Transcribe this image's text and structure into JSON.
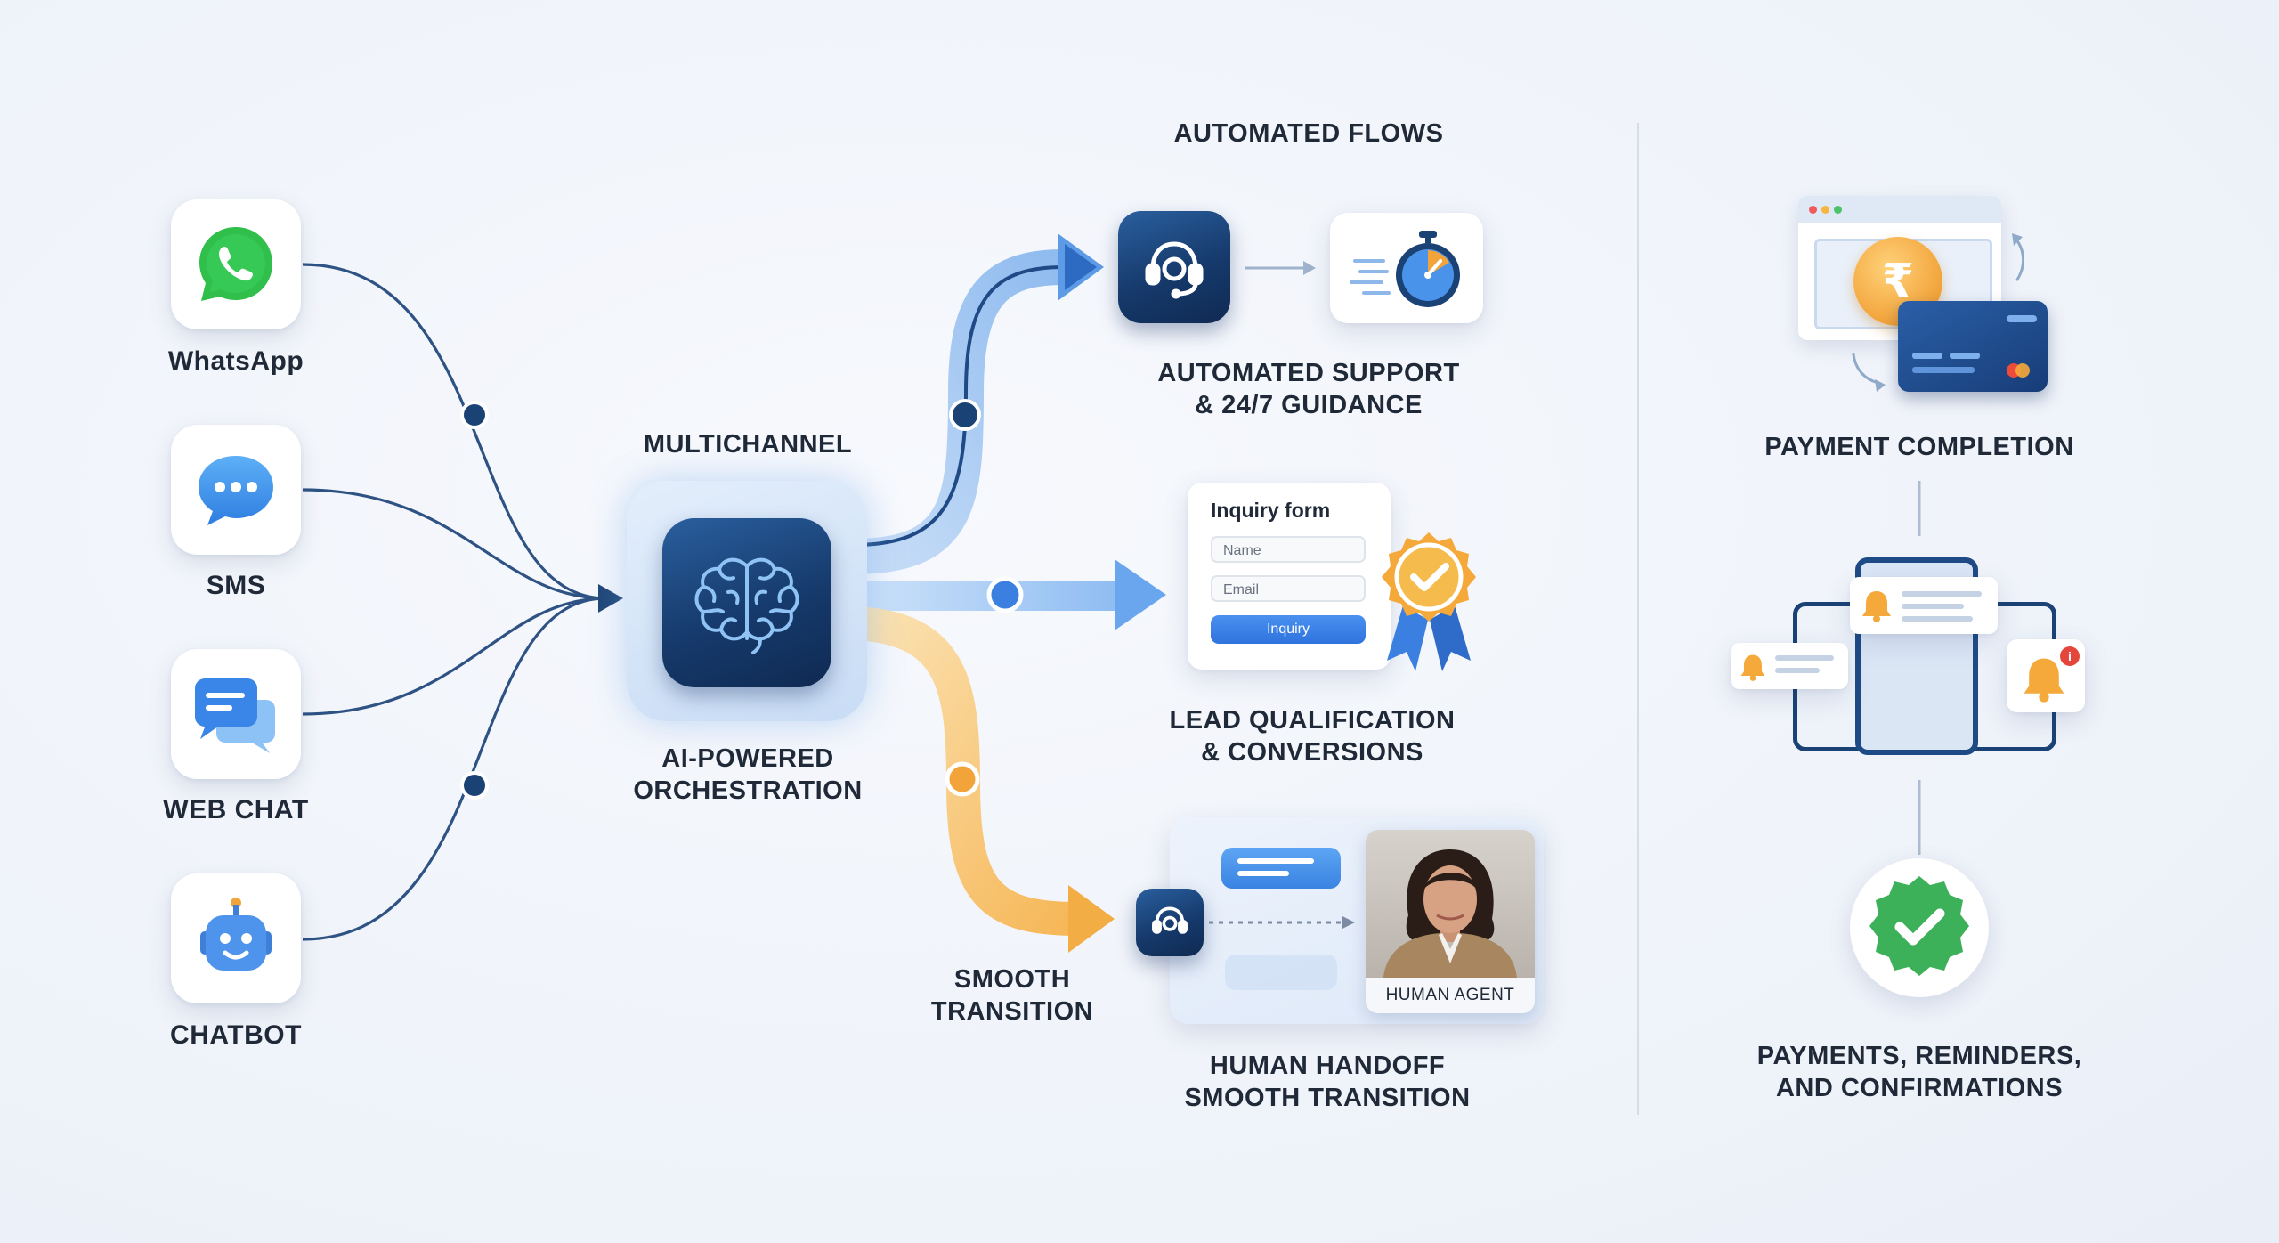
{
  "channels": [
    {
      "label": "WhatsApp",
      "icon": "whatsapp-icon"
    },
    {
      "label": "SMS",
      "icon": "sms-bubble-icon"
    },
    {
      "label": "WEB CHAT",
      "icon": "web-chat-icon"
    },
    {
      "label": "CHATBOT",
      "icon": "chatbot-icon"
    }
  ],
  "hub": {
    "top_label": "MULTICHANNEL",
    "bottom_label_line1": "AI-POWERED",
    "bottom_label_line2": "ORCHESTRATION",
    "icon": "brain-icon"
  },
  "automated_flows": {
    "header": "AUTOMATED FLOWS",
    "support_line1": "AUTOMATED SUPPORT",
    "support_line2": "& 24/7 GUIDANCE"
  },
  "lead": {
    "form_title": "Inquiry form",
    "name_placeholder": "Name",
    "email_placeholder": "Email",
    "button_label": "Inquiry",
    "line1": "LEAD QUALIFICATION",
    "line2": "& CONVERSIONS"
  },
  "smooth_transition": {
    "line1": "SMOOTH",
    "line2": "TRANSITION"
  },
  "handoff": {
    "agent_badge": "HUMAN AGENT",
    "line1": "HUMAN HANDOFF",
    "line2": "SMOOTH TRANSITION"
  },
  "payments": {
    "currency_symbol": "₹",
    "completion_label": "PAYMENT COMPLETION",
    "notification_badge": "i",
    "final_line1": "PAYMENTS, REMINDERS,",
    "final_line2": "AND CONFIRMATIONS"
  },
  "colors": {
    "navy": "#1b4275",
    "flow_blue": "#9cc4f2",
    "flow_orange": "#f7c46f",
    "whatsapp_green": "#2fbf4a",
    "success_green": "#3cb15a",
    "coin_orange": "#f3a93a"
  }
}
